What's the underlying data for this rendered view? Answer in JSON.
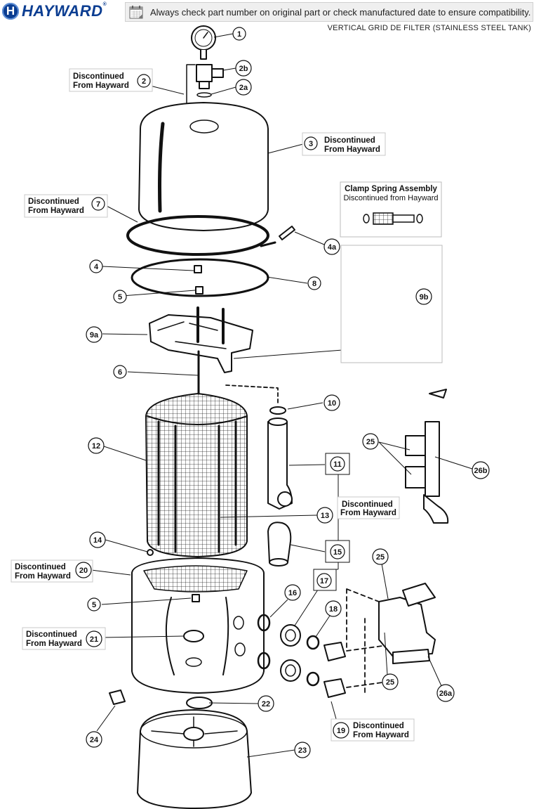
{
  "header": {
    "brand": "HAYWARD",
    "brand_mark": "H",
    "notice": "Always check part number on original part or check manufactured date to ensure compatibility.",
    "subtitle": "VERTICAL GRID DE FILTER (STAINLESS STEEL TANK)"
  },
  "callouts": {
    "c1": "1",
    "c2": "2",
    "c2a": "2a",
    "c2b": "2b",
    "c3": "3",
    "c4": "4",
    "c4a": "4a",
    "c5": "5",
    "c5b": "5",
    "c6": "6",
    "c7": "7",
    "c8": "8",
    "c9a": "9a",
    "c9b": "9b",
    "c10": "10",
    "c11": "11",
    "c12": "12",
    "c13": "13",
    "c14": "14",
    "c15": "15",
    "c16": "16",
    "c17": "17",
    "c18": "18",
    "c19": "19",
    "c20": "20",
    "c21": "21",
    "c22": "22",
    "c23": "23",
    "c24": "24",
    "c25a": "25",
    "c25b": "25",
    "c25c": "25",
    "c26a": "26a",
    "c26b": "26b"
  },
  "discontinued": {
    "line1": "Discontinued",
    "line2": "From Hayward"
  },
  "inset": {
    "title": "Clamp Spring Assembly",
    "subtitle": "Discontinued from Hayward"
  },
  "colors": {
    "brand": "#0b3d91",
    "line": "#111111",
    "notice_bg": "#efefef"
  }
}
